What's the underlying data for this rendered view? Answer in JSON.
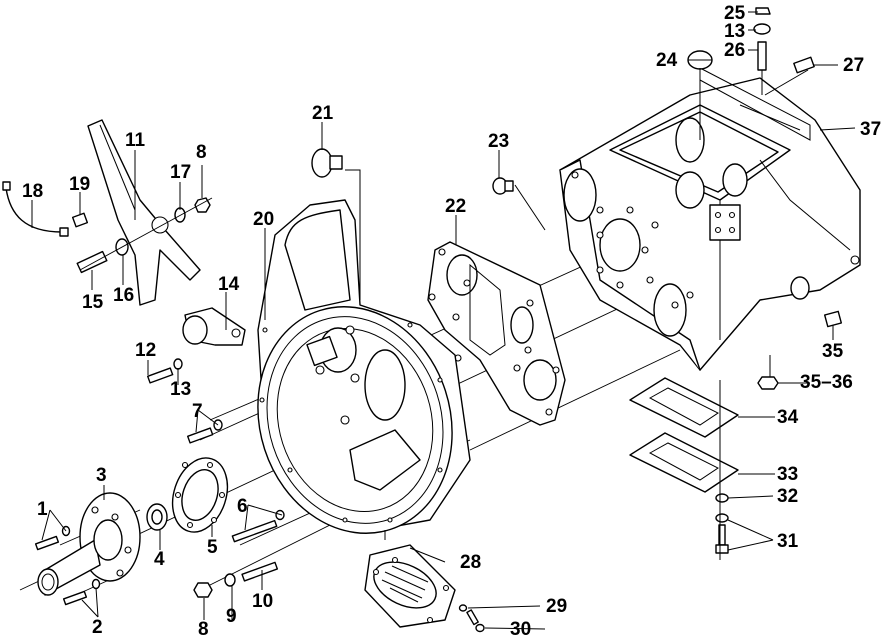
{
  "diagram": {
    "title": "Transmission housing exploded parts view",
    "line_color": "#000000",
    "background_color": "#ffffff",
    "callouts": [
      {
        "id": "1",
        "text": "1",
        "part": "bolt"
      },
      {
        "id": "2",
        "text": "2",
        "part": "bolt"
      },
      {
        "id": "3",
        "text": "3",
        "part": "input-shaft-hub"
      },
      {
        "id": "4",
        "text": "4",
        "part": "seal-ring"
      },
      {
        "id": "5",
        "text": "5",
        "part": "flange-gasket"
      },
      {
        "id": "6",
        "text": "6",
        "part": "bolt"
      },
      {
        "id": "7",
        "text": "7",
        "part": "bolt"
      },
      {
        "id": "8a",
        "text": "8",
        "part": "nut"
      },
      {
        "id": "8b",
        "text": "8",
        "part": "nut"
      },
      {
        "id": "9",
        "text": "9",
        "part": "washer"
      },
      {
        "id": "10",
        "text": "10",
        "part": "stud"
      },
      {
        "id": "11",
        "text": "11",
        "part": "release-fork"
      },
      {
        "id": "12",
        "text": "12",
        "part": "bolt"
      },
      {
        "id": "13a",
        "text": "13",
        "part": "washer"
      },
      {
        "id": "13b",
        "text": "13",
        "part": "washer"
      },
      {
        "id": "14",
        "text": "14",
        "part": "bracket"
      },
      {
        "id": "15",
        "text": "15",
        "part": "pivot-pin"
      },
      {
        "id": "16",
        "text": "16",
        "part": "bushing"
      },
      {
        "id": "17",
        "text": "17",
        "part": "washer"
      },
      {
        "id": "18",
        "text": "18",
        "part": "grease-hose"
      },
      {
        "id": "19",
        "text": "19",
        "part": "grease-fitting"
      },
      {
        "id": "20",
        "text": "20",
        "part": "clutch-housing"
      },
      {
        "id": "21",
        "text": "21",
        "part": "plug"
      },
      {
        "id": "22",
        "text": "22",
        "part": "housing-gasket"
      },
      {
        "id": "23",
        "text": "23",
        "part": "plug"
      },
      {
        "id": "24",
        "text": "24",
        "part": "cap"
      },
      {
        "id": "25",
        "text": "25",
        "part": "nut"
      },
      {
        "id": "26",
        "text": "26",
        "part": "stud"
      },
      {
        "id": "27",
        "text": "27",
        "part": "dowel-pin"
      },
      {
        "id": "28",
        "text": "28",
        "part": "inspection-cover"
      },
      {
        "id": "29",
        "text": "29",
        "part": "washer"
      },
      {
        "id": "30",
        "text": "30",
        "part": "screw"
      },
      {
        "id": "31",
        "text": "31",
        "part": "bolt-and-washer"
      },
      {
        "id": "32",
        "text": "32",
        "part": "washer"
      },
      {
        "id": "33",
        "text": "33",
        "part": "pto-cover"
      },
      {
        "id": "34",
        "text": "34",
        "part": "pto-gasket"
      },
      {
        "id": "35a",
        "text": "35",
        "part": "drain-plug"
      },
      {
        "id": "35-36",
        "text": "35–36",
        "part": "drain-plug"
      },
      {
        "id": "37",
        "text": "37",
        "part": "transmission-case"
      }
    ]
  }
}
